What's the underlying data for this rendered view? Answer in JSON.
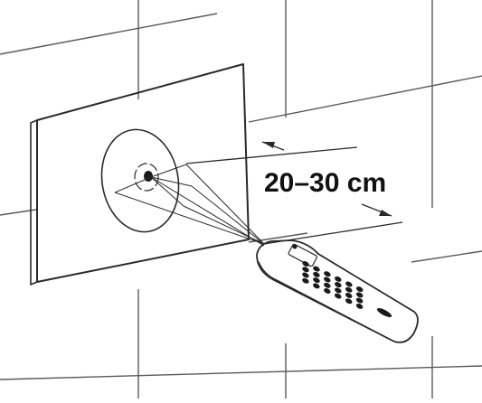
{
  "diagram": {
    "distance_label": "20–30 cm"
  },
  "colors": {
    "line": "#2a2a2a",
    "tile_grid": "#5a5a5a",
    "panel_face": "#ffffff",
    "panel_edge_shade": "#e8e8e8",
    "remote_body": "#ffffff",
    "button": "#1a1a1a"
  },
  "icons": [
    "wall-tile-grid",
    "flush-panel",
    "ir-receiver-icon",
    "remote-control",
    "dimension-arrow-icon"
  ]
}
